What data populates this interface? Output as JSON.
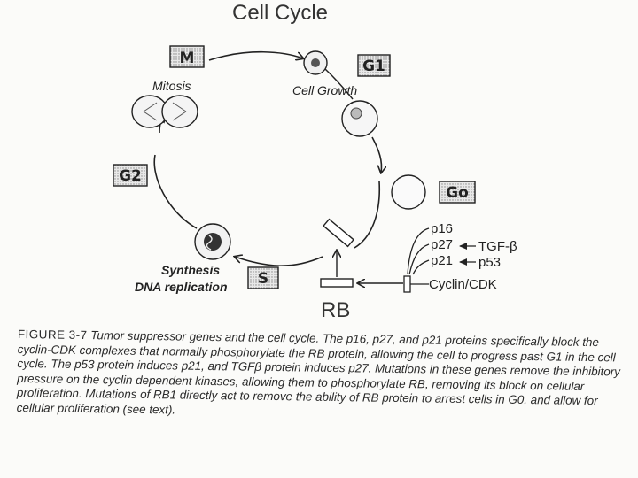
{
  "title": "Cell Cycle",
  "phases": {
    "m": "M",
    "g1": "G1",
    "g0": "Go",
    "s": "S",
    "g2": "G2"
  },
  "labels": {
    "mitosis": "Mitosis",
    "cell_growth": "Cell Growth",
    "synthesis": "Synthesis",
    "dna_replication": "DNA replication",
    "rb": "RB"
  },
  "proteins": {
    "p16": "p16",
    "p27": "p27",
    "p21": "p21",
    "tgf": "TGF-β",
    "p53": "p53",
    "cyclin_cdk": "Cyclin/CDK"
  },
  "caption": {
    "figure_number": "FIGURE 3-7",
    "text": "Tumor suppressor genes and the cell cycle. The p16, p27, and p21 proteins specifically block the cyclin-CDK complexes that normally phosphorylate the RB protein, allowing the cell to progress past G1 in the cell cycle. The p53 protein induces p21, and TGFβ protein induces p27. Mutations in these genes remove the inhibitory pressure on the cyclin dependent kinases, allowing them to phosphorylate RB, removing its block on cellular proliferation. Mutations of RB1 directly act to remove the ability of RB protein to arrest cells in G0, and allow for cellular proliferation (see text)."
  }
}
